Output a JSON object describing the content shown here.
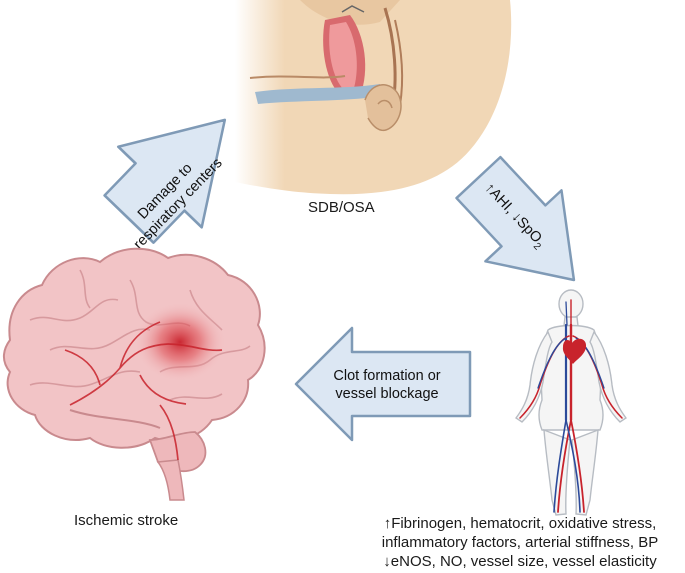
{
  "nodes": {
    "sdb": {
      "label": "SDB/OSA"
    },
    "stroke": {
      "label": "Ischemic stroke"
    },
    "body_effects": {
      "lines": [
        "↑Fibrinogen, hematocrit, oxidative stress,",
        "inflammatory factors, arterial stiffness, BP",
        "↓eNOS, NO, vessel size, vessel elasticity"
      ]
    }
  },
  "arrows": {
    "stroke_to_sdb": {
      "line1": "Damage to",
      "line2": "respiratory centers"
    },
    "sdb_to_body": {
      "up": "↑AHI, ",
      "down": "↓SpO",
      "sub": "2"
    },
    "body_to_stroke": {
      "line1": "Clot formation or",
      "line2": "vessel blockage"
    }
  },
  "colors": {
    "arrow_fill": "#dce7f3",
    "arrow_stroke": "#7f9ab6",
    "skin": "#f1d7b6",
    "brain": "#f2c4c6",
    "artery": "#c8232c",
    "vein": "#2c4a9a"
  }
}
